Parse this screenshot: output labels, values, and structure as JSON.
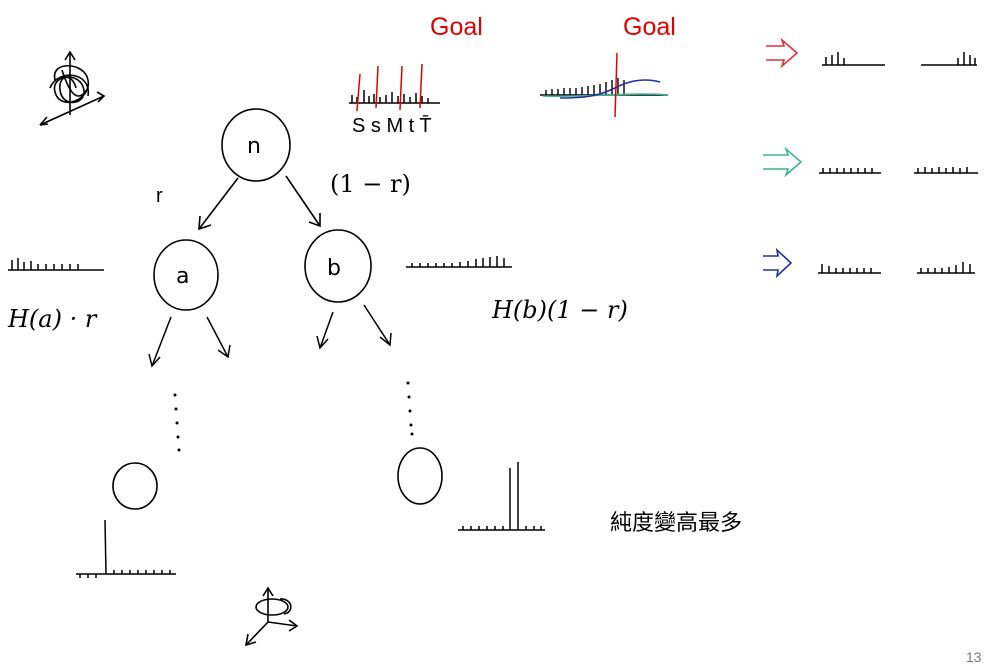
{
  "slide": {
    "page_number": "13",
    "goal_labels": [
      "Goal",
      "Goal"
    ],
    "feature_letters": "S s M t T̄",
    "tree": {
      "root_label": "n",
      "left_child_label": "a",
      "right_child_label": "b",
      "left_edge_label": "r",
      "right_edge_label": "(1 − r)",
      "left_entropy": "H(a) · r",
      "right_entropy": "H(b)(1 − r)"
    },
    "note": "純度變高最多",
    "arrow_colors": {
      "red": "#e0303a",
      "green": "#3cb391",
      "blue": "#2230a0"
    }
  }
}
